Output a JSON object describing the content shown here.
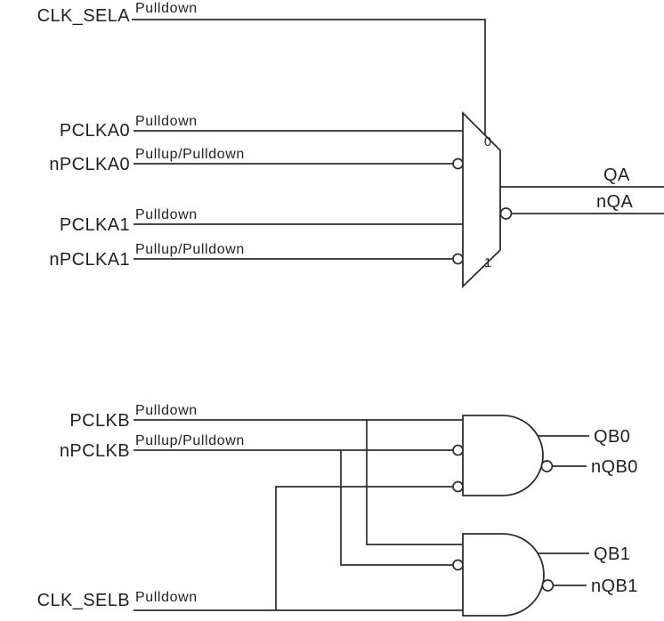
{
  "colors": {
    "background": "#ffffff",
    "wire": "#2d2d2d",
    "text": "#231f20"
  },
  "mux": {
    "sel0": "0",
    "sel1": "1"
  },
  "signals": {
    "clk_sela": {
      "label": "CLK_SELA",
      "pull": "Pulldown"
    },
    "pclka0": {
      "label": "PCLKA0",
      "pull": "Pulldown"
    },
    "npclka0": {
      "label": "nPCLKA0",
      "pull": "Pullup/Pulldown"
    },
    "pclka1": {
      "label": "PCLKA1",
      "pull": "Pulldown"
    },
    "npclka1": {
      "label": "nPCLKA1",
      "pull": "Pullup/Pulldown"
    },
    "qa": {
      "label": "QA"
    },
    "nqa": {
      "label": "nQA"
    },
    "pclkb": {
      "label": "PCLKB",
      "pull": "Pulldown"
    },
    "npclkb": {
      "label": "nPCLKB",
      "pull": "Pullup/Pulldown"
    },
    "clk_selb": {
      "label": "CLK_SELB",
      "pull": "Pulldown"
    },
    "qb0": {
      "label": "QB0"
    },
    "nqb0": {
      "label": "nQB0"
    },
    "qb1": {
      "label": "QB1"
    },
    "nqb1": {
      "label": "nQB1"
    }
  }
}
